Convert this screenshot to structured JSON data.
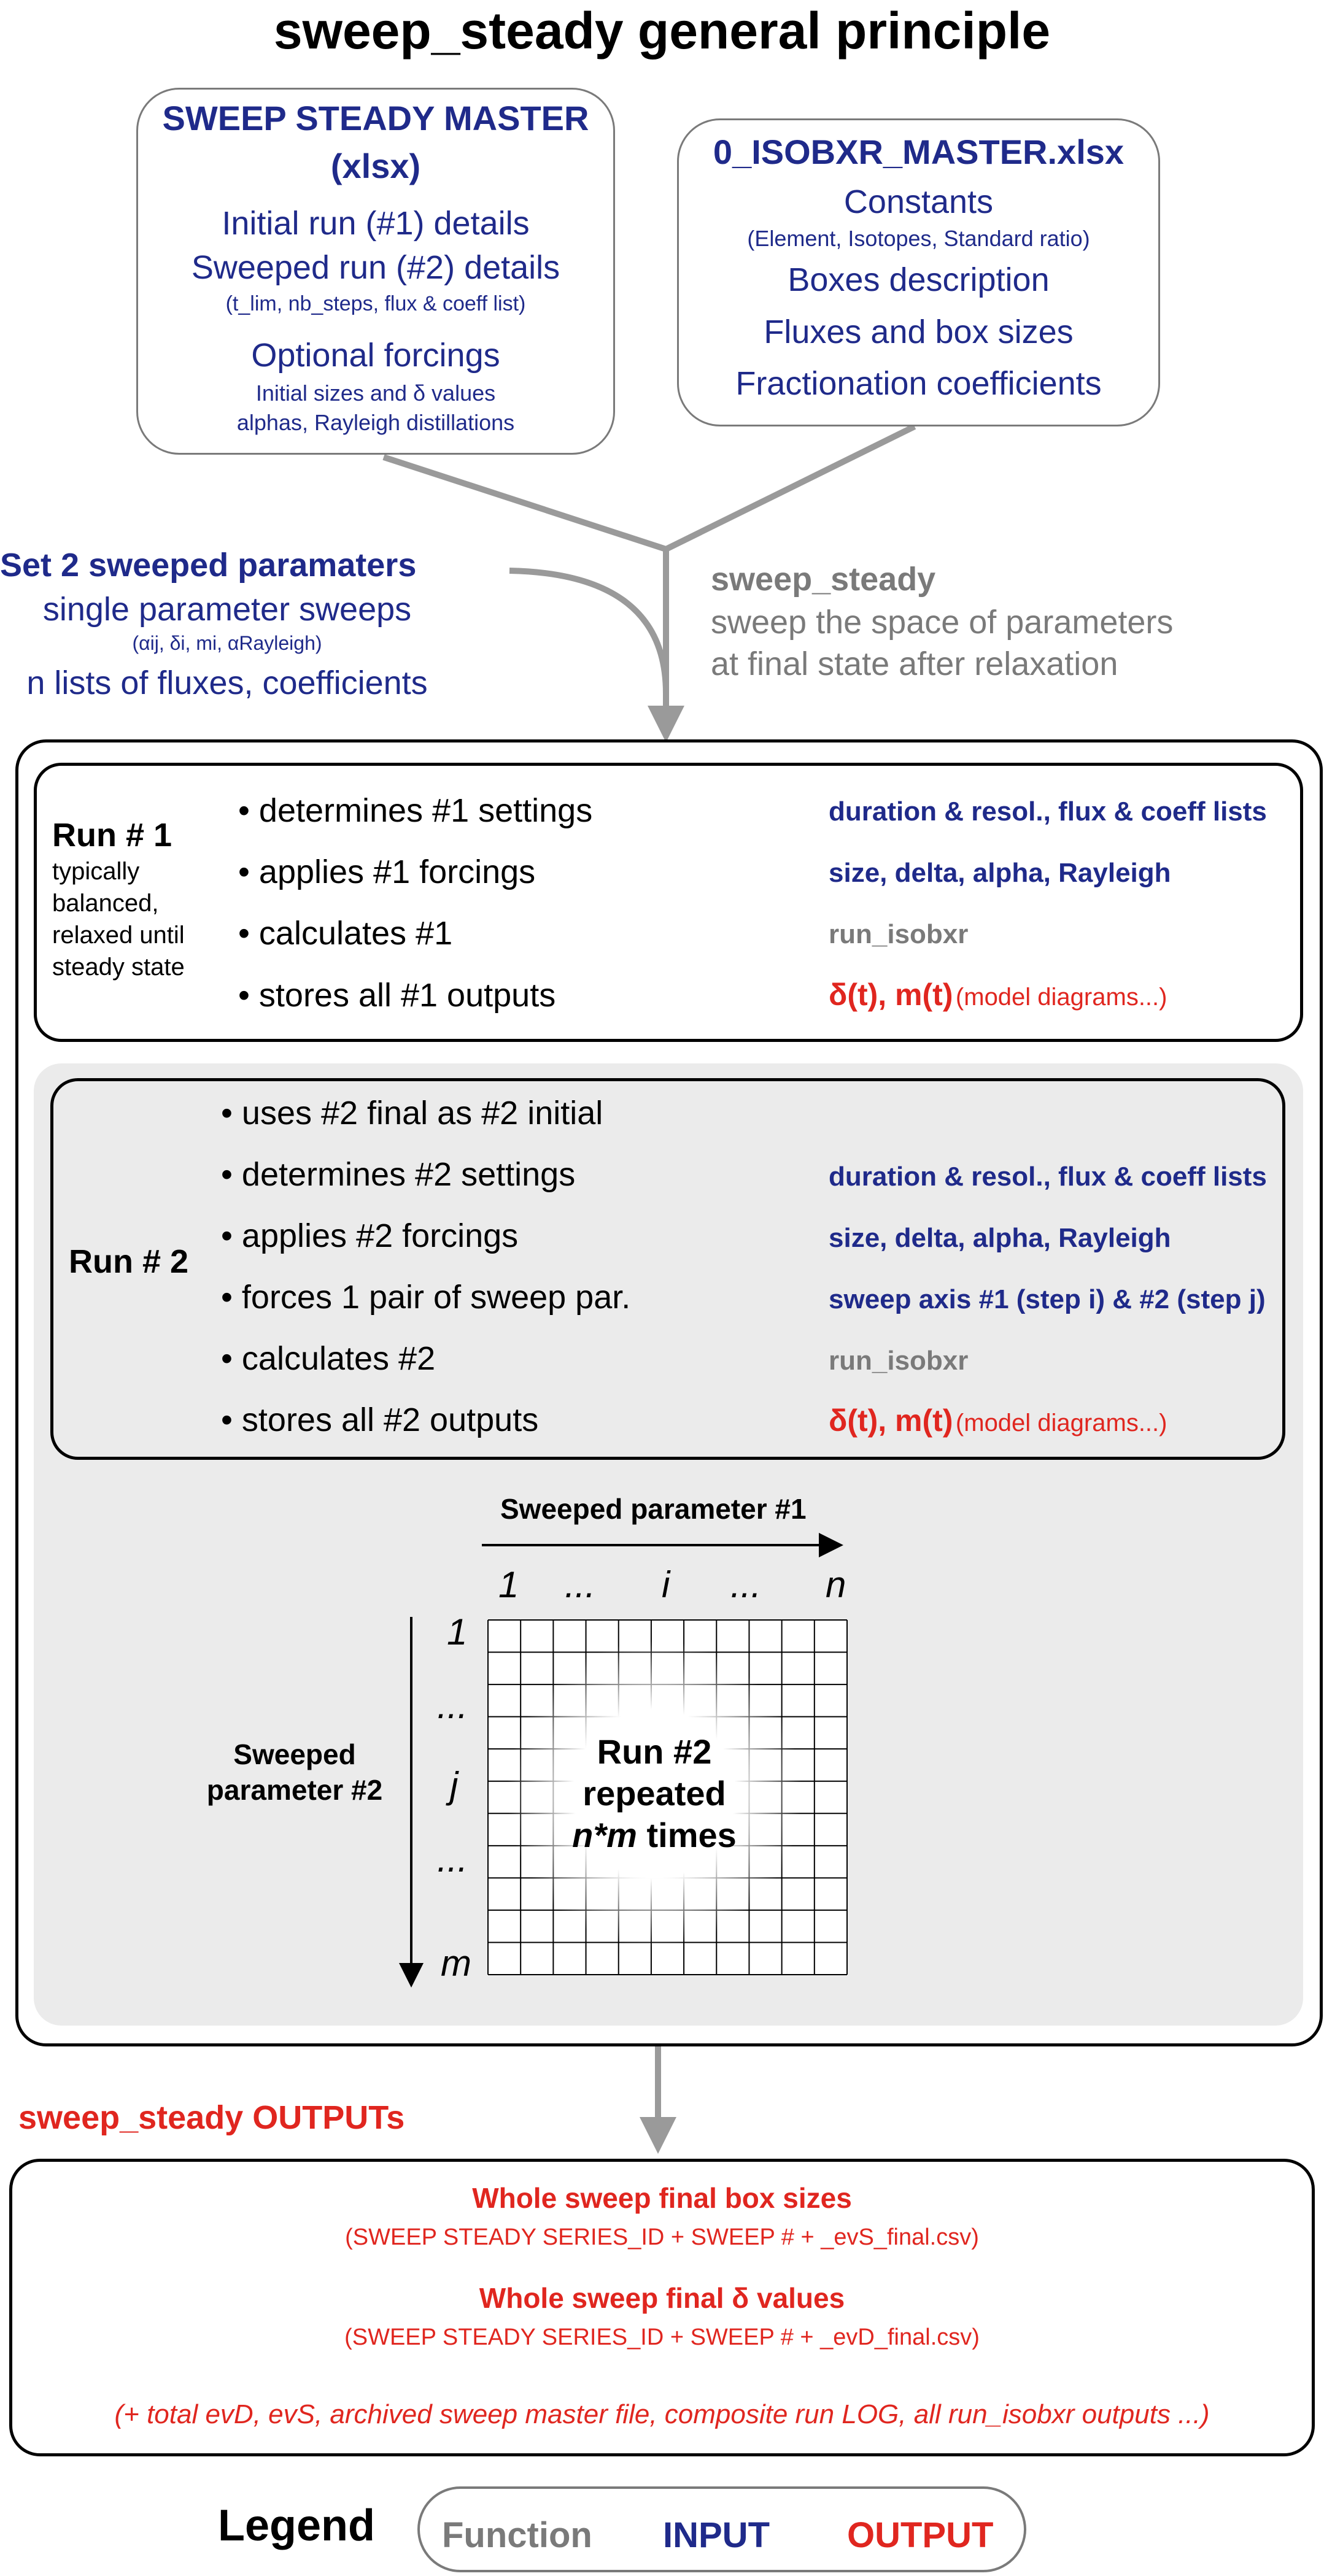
{
  "title": "sweep_steady general principle",
  "master_box": {
    "title": "SWEEP STEADY MASTER",
    "subtitle": "(xlsx)",
    "line1": "Initial run (#1) details",
    "line2": "Sweeped run (#2) details",
    "line3": "(t_lim, nb_steps, flux & coeff list)",
    "line4": "Optional forcings",
    "line5": "Initial sizes and δ values",
    "line6": "alphas, Rayleigh distillations"
  },
  "isobxr_box": {
    "title": "0_ISOBXR_MASTER.xlsx",
    "line1": "Constants",
    "line2": "(Element, Isotopes, Standard ratio)",
    "line3": "Boxes description",
    "line4": "Fluxes and box sizes",
    "line5": "Fractionation coefficients"
  },
  "sweep_input": {
    "title": "Set 2 sweeped paramaters",
    "line1": "single parameter sweeps",
    "line2": "(αij, δi, mi, αRayleigh)",
    "line3": "n lists of fluxes, coefficients"
  },
  "function_label": {
    "name": "sweep_steady",
    "line1": "sweep the space of parameters",
    "line2": "at final state after relaxation"
  },
  "run1": {
    "title": "Run # 1",
    "desc": [
      "typically",
      "balanced,",
      "relaxed until",
      "steady state"
    ],
    "steps": [
      "• determines #1 settings",
      "• applies #1 forcings",
      "• calculates #1",
      "• stores all #1 outputs"
    ],
    "sources": [
      "duration & resol., flux & coeff lists",
      "size, delta, alpha,  Rayleigh",
      "run_isobxr"
    ],
    "output_main": "δ(t), m(t)",
    "output_note": "(model diagrams...)"
  },
  "run2": {
    "title": "Run # 2",
    "steps": [
      "• uses #2 final as #2 initial",
      "• determines #2 settings",
      "• applies #2 forcings",
      "• forces 1 pair of sweep par.",
      "• calculates #2",
      "• stores all #2 outputs"
    ],
    "sources": [
      "duration & resol., flux & coeff lists",
      "size, delta, alpha,  Rayleigh",
      "sweep axis #1 (step i) & #2 (step j)",
      "run_isobxr"
    ],
    "output_main": "δ(t), m(t)",
    "output_note": "(model diagrams...)"
  },
  "grid": {
    "xlabel": "Sweeped parameter #1",
    "ylabel_1": "Sweeped",
    "ylabel_2": "parameter #2",
    "xticks": [
      "1",
      "...",
      "i",
      "...",
      "n"
    ],
    "yticks": [
      "1",
      "...",
      "j",
      "...",
      "m"
    ],
    "center_1": "Run #2",
    "center_2": "repeated",
    "center_3_italic": "n*m",
    "center_3_rest": " times"
  },
  "outputs": {
    "header": "sweep_steady OUTPUTs",
    "item1_title": "Whole sweep final box sizes",
    "item1_file": "(SWEEP STEADY SERIES_ID + SWEEP # + _evS_final.csv)",
    "item2_title": "Whole sweep final δ values",
    "item2_file": "(SWEEP STEADY SERIES_ID + SWEEP # + _evD_final.csv)",
    "note": "(+ total evD, evS, archived sweep master file, composite run LOG, all run_isobxr outputs ...)"
  },
  "legend": {
    "title": "Legend",
    "function": "Function",
    "input": "INPUT",
    "output": "OUTPUT"
  },
  "colors": {
    "input": "#1f2a8a",
    "output": "#e0261f",
    "function": "#7a7a7a"
  }
}
